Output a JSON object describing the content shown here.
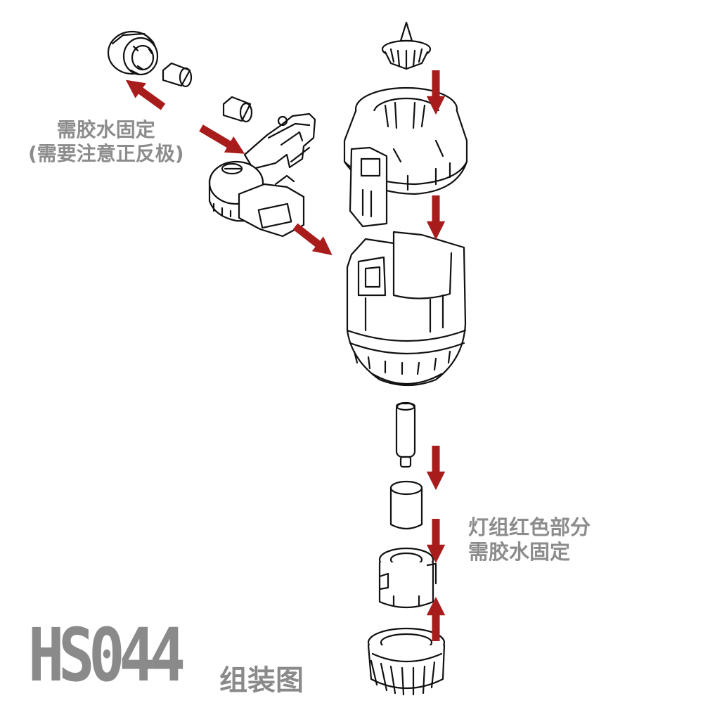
{
  "labels": {
    "glue_note_title": "需胶水固定",
    "glue_note_polarity": "(需要注意正反极)",
    "light_note_line1": "灯组红色部分",
    "light_note_line2": "需胶水固定",
    "model_code": "HS044",
    "caption": "组装图"
  },
  "colors": {
    "arrow": "#a81c1c",
    "line": "#111111",
    "label_gray": "#8a8a8a"
  }
}
